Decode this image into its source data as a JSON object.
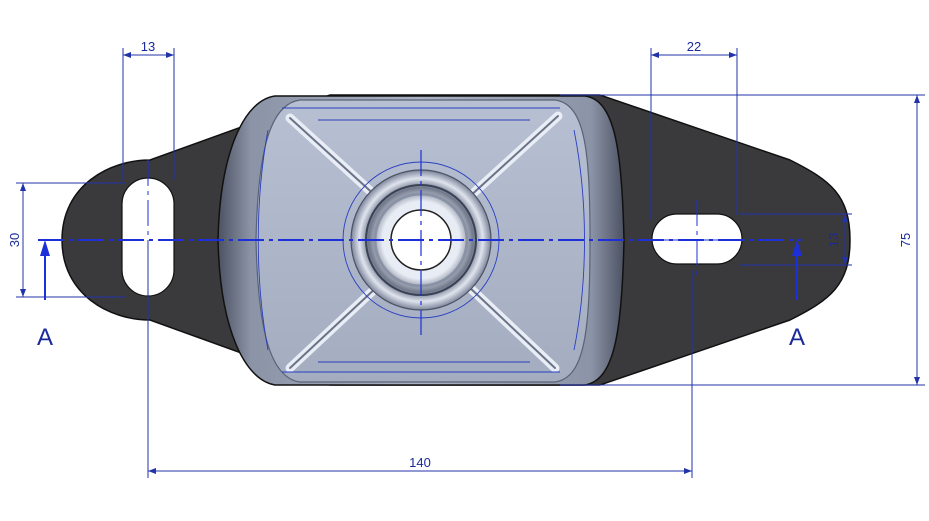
{
  "dimensions": {
    "slot_width_left": "13",
    "slot_length_right": "22",
    "slot_height_left": "30",
    "slot_width_right": "13",
    "overall_height": "75",
    "hole_spacing": "140"
  },
  "section_marks": {
    "left": "A",
    "right": "A"
  },
  "colors": {
    "dimension_line": "#2233aa",
    "flange": "#3a3a3c",
    "body_metal": "#8f98ad",
    "face_plate": "#aeb8cc"
  }
}
